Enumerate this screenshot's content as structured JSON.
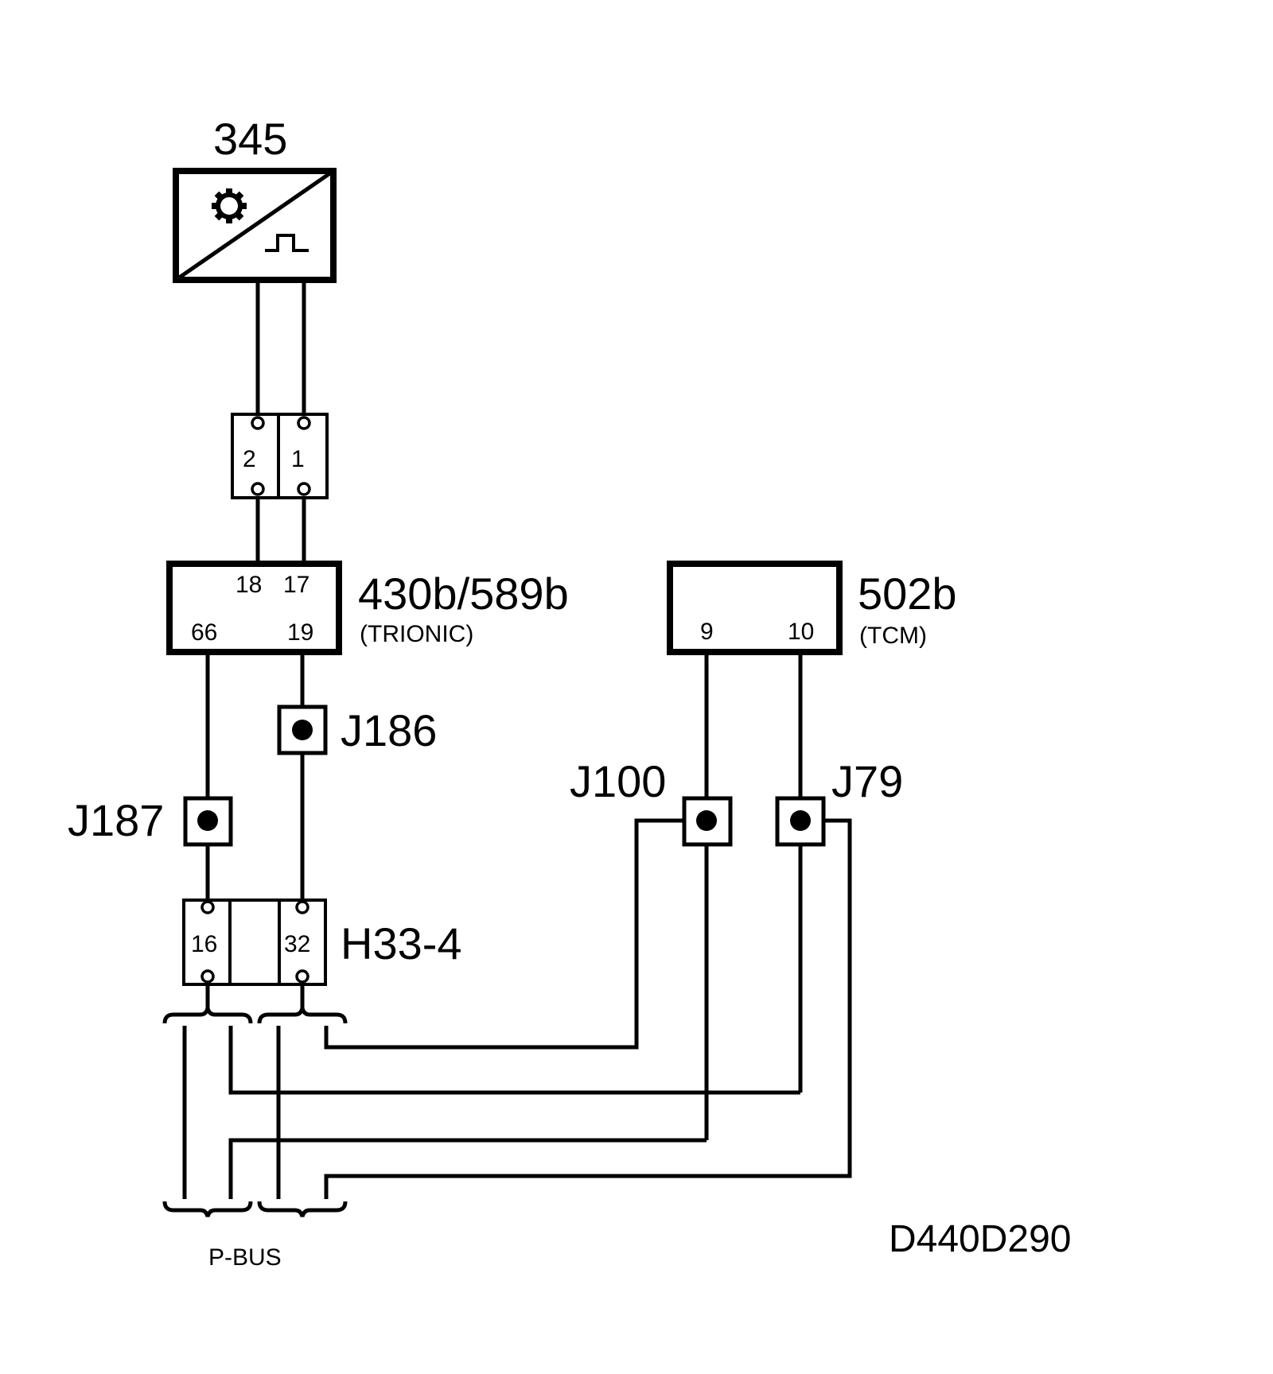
{
  "components": {
    "sensor": {
      "id": "345"
    },
    "connector_top": {
      "pins": [
        "2",
        "1"
      ]
    },
    "ecu": {
      "id": "430b/589b",
      "name": "(TRIONIC)",
      "pins": [
        "18",
        "17",
        "66",
        "19"
      ]
    },
    "tcm": {
      "id": "502b",
      "name": "(TCM)",
      "pins": [
        "9",
        "10"
      ]
    },
    "connector_h33": {
      "id": "H33-4",
      "pins": [
        "16",
        "32"
      ]
    }
  },
  "splices": [
    "J186",
    "J187",
    "J100",
    "J79"
  ],
  "bus": {
    "label": "P-BUS"
  },
  "drawing_code": "D440D290"
}
